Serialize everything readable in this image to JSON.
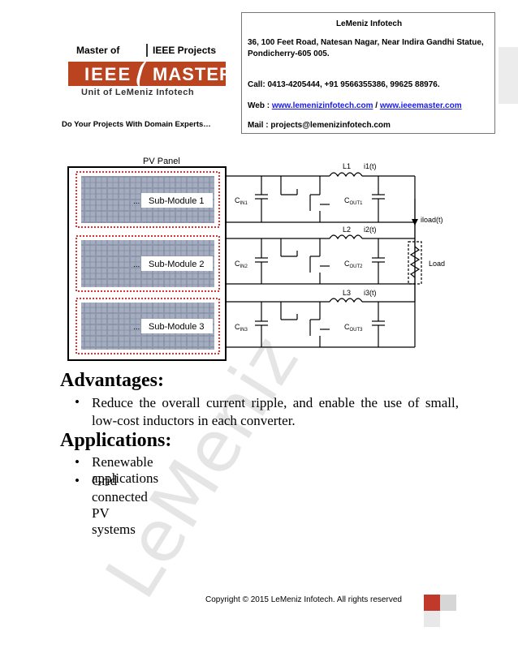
{
  "logo": {
    "top_left": "Master of",
    "top_right": "IEEE Projects",
    "band_left": "IEEE",
    "band_right": "MASTER",
    "subtitle": "Unit of LeMeniz Infotech"
  },
  "tagline": "Do Your Projects With Domain Experts…",
  "contact": {
    "title": "LeMeniz Infotech",
    "address": "36, 100 Feet Road, Natesan Nagar, Near Indira Gandhi Statue, Pondicherry-605 005.",
    "call": "Call: 0413-4205444, +91 9566355386, 99625 88976.",
    "web_label": "Web : ",
    "web_link1": "www.lemenizinfotech.com",
    "web_sep": " / ",
    "web_link2": "www.ieeemaster.com",
    "mail": "Mail : projects@lemenizinfotech.com"
  },
  "diagram": {
    "panel_label": "PV Panel",
    "submodules": [
      "Sub-Module 1",
      "Sub-Module 2",
      "Sub-Module 3"
    ],
    "dots": "...",
    "cin": [
      "C",
      "C",
      "C"
    ],
    "cin_sub": [
      "IN1",
      "IN2",
      "IN3"
    ],
    "cout": [
      "C",
      "C",
      "C"
    ],
    "cout_sub": [
      "OUT1",
      "OUT2",
      "OUT3"
    ],
    "inductors": [
      "L1",
      "L2",
      "L3"
    ],
    "currents": [
      "i1(t)",
      "i2(t)",
      "i3(t)"
    ],
    "iload": "iload(t)",
    "load": "Load"
  },
  "advantages": {
    "heading": "Advantages:",
    "bullet": "•",
    "text": "Reduce the overall current ripple, and enable the use of small, low-cost inductors in each converter."
  },
  "applications": {
    "heading": "Applications:",
    "bullet": "•",
    "items": [
      "Renewable applications",
      "Grid connected PV systems"
    ]
  },
  "watermark": "LeMeniz",
  "footer": {
    "copyright": "Copyright © 2015 LeMeniz Infotech. All rights reserved"
  }
}
